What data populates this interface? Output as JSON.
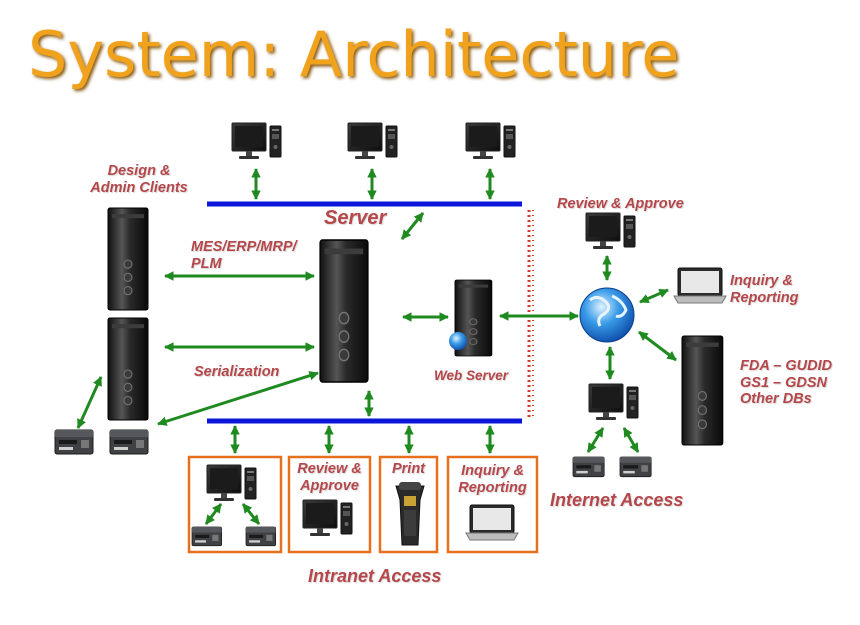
{
  "title": "System: Architecture",
  "labels": {
    "design_admin": "Design &\nAdmin Clients",
    "server": "Server",
    "mes": "MES/ERP/MRP/\nPLM",
    "serialization": "Serialization",
    "web_server": "Web Server",
    "review_approve_internet": "Review & Approve",
    "inquiry_reporting_internet": "Inquiry &\nReporting",
    "external_dbs": "FDA – GUDID\nGS1 – GDSN\nOther DBs",
    "internet_access": "Internet Access",
    "review_approve_intranet": "Review &\nApprove",
    "print": "Print",
    "inquiry_reporting_intranet": "Inquiry &\nReporting",
    "intranet_access": "Intranet Access"
  },
  "colors": {
    "title": "#f0a21c",
    "label": "#b5474a",
    "bus": "#0a16d8",
    "arrow": "#1f8a1f",
    "box": "#e8701c",
    "firewall": "#d23a2a"
  }
}
